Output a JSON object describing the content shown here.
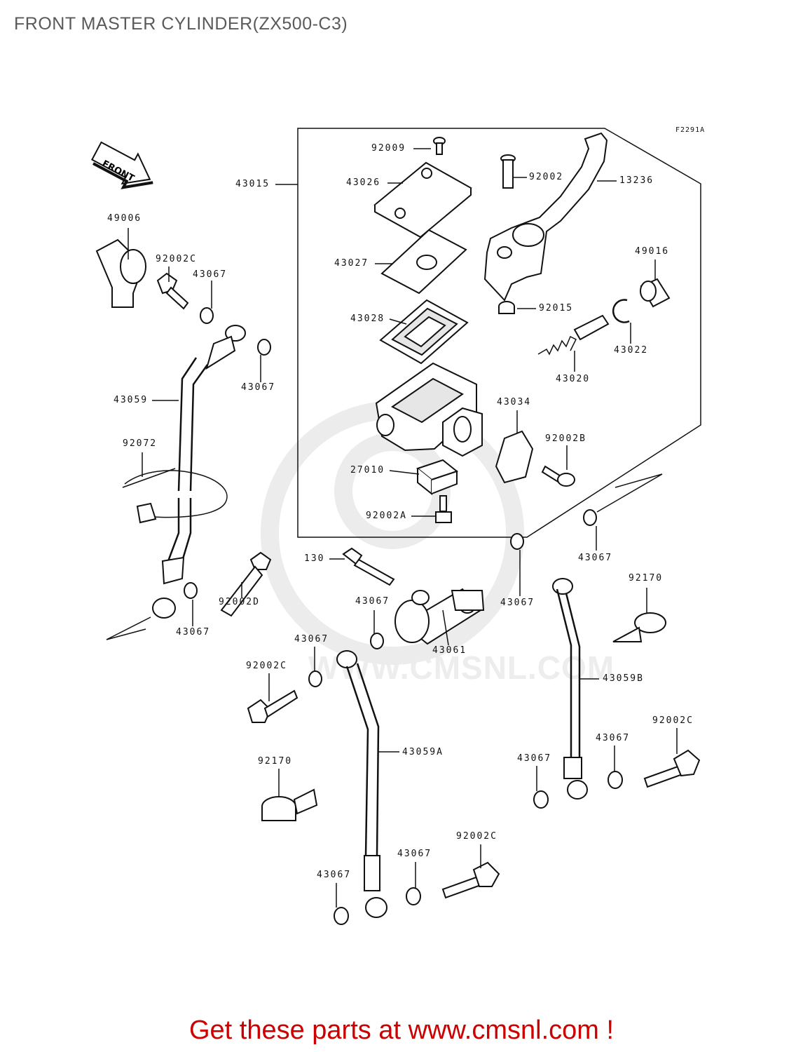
{
  "title": "FRONT MASTER CYLINDER(ZX500-C3)",
  "footer": "Get these parts at www.cmsnl.com !",
  "figure_ref": "F2291A",
  "direction_label": "FRONT",
  "watermark": "WWW.CMSNL.COM",
  "colors": {
    "footer": "#cc0000",
    "title": "#5a5a5a",
    "watermark": "#ededed"
  },
  "parts": {
    "p43015": "43015",
    "p92009": "92009",
    "p43026": "43026",
    "p92002": "92002",
    "p13236": "13236",
    "p49006": "49006",
    "p43027": "43027",
    "p49016": "49016",
    "p92002c_a": "92002C",
    "p43067_a": "43067",
    "p92015": "92015",
    "p43028": "43028",
    "p43022": "43022",
    "p43067_b": "43067",
    "p43020": "43020",
    "p43059": "43059",
    "p43034": "43034",
    "p92072": "92072",
    "p92002b": "92002B",
    "p27010": "27010",
    "p92002a": "92002A",
    "p43067_c": "43067",
    "p130": "130",
    "p92170_a": "92170",
    "p43067_d": "43067",
    "p43067_e": "43067",
    "p92002d": "92002D",
    "p43067_f": "43067",
    "p43061": "43061",
    "p43067_g": "43067",
    "p92002c_b": "92002C",
    "p43059b": "43059B",
    "p92002c_c": "92002C",
    "p43067_h": "43067",
    "p92170_b": "92170",
    "p43067_i": "43067",
    "p43059a": "43059A",
    "p92002c_d": "92002C",
    "p43067_j": "43067",
    "p43067_k": "43067"
  }
}
